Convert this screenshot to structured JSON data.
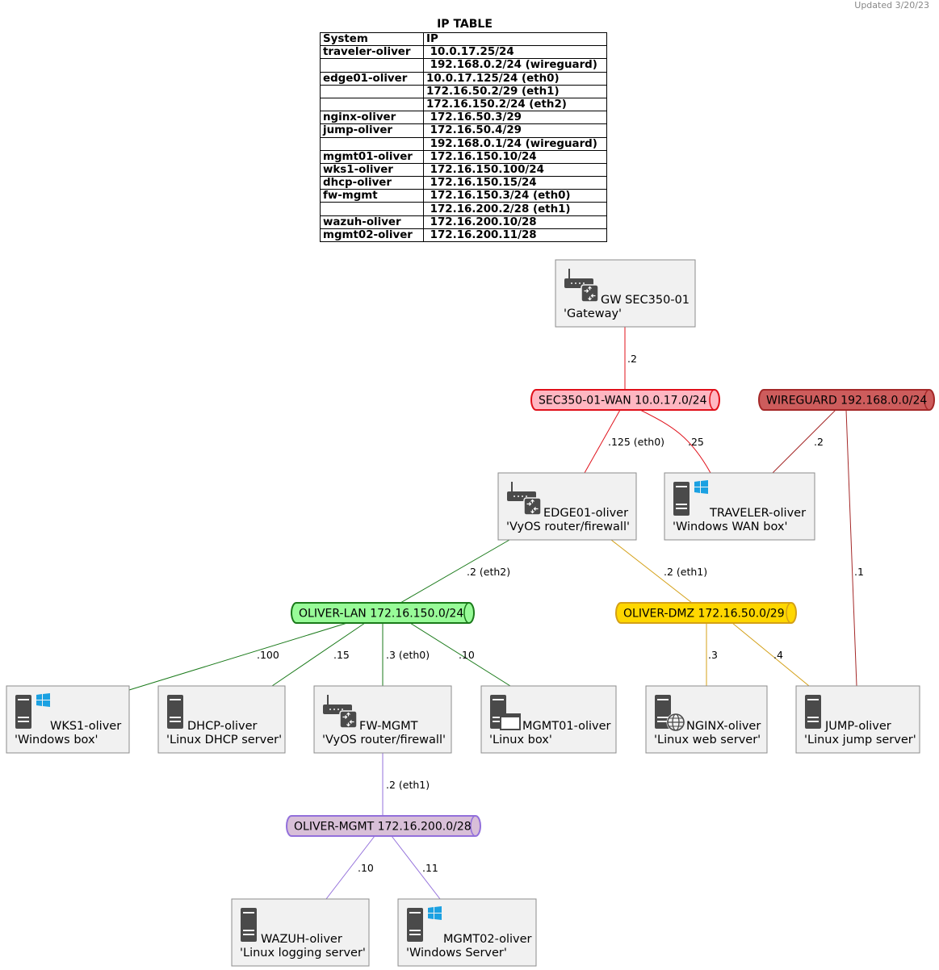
{
  "updated": "Updated 3/20/23",
  "ip_table": {
    "title": "IP TABLE",
    "headers": [
      "System",
      "IP"
    ],
    "rows": [
      [
        "traveler-oliver",
        " 10.0.17.25/24"
      ],
      [
        "",
        " 192.168.0.2/24 (wireguard)"
      ],
      [
        "edge01-oliver",
        "10.0.17.125/24 (eth0)"
      ],
      [
        "",
        "172.16.50.2/29 (eth1)"
      ],
      [
        "",
        "172.16.150.2/24 (eth2)"
      ],
      [
        "nginx-oliver",
        " 172.16.50.3/29"
      ],
      [
        "jump-oliver",
        " 172.16.50.4/29"
      ],
      [
        "",
        " 192.168.0.1/24 (wireguard)"
      ],
      [
        "mgmt01-oliver",
        " 172.16.150.10/24"
      ],
      [
        "wks1-oliver",
        " 172.16.150.100/24"
      ],
      [
        "dhcp-oliver",
        " 172.16.150.15/24"
      ],
      [
        "fw-mgmt",
        " 172.16.150.3/24 (eth0)"
      ],
      [
        "",
        " 172.16.200.2/28 (eth1)"
      ],
      [
        "wazuh-oliver",
        " 172.16.200.10/28"
      ],
      [
        "mgmt02-oliver",
        " 172.16.200.11/28"
      ]
    ]
  },
  "networks": {
    "wan": {
      "label": "SEC350-01-WAN 10.0.17.0/24",
      "fill": "#ffb6c1",
      "stroke": "#e0101a"
    },
    "wireguard": {
      "label": "WIREGUARD 192.168.0.0/24",
      "fill": "#cd5c5c",
      "stroke": "#a42828"
    },
    "lan": {
      "label": "OLIVER-LAN 172.16.150.0/24",
      "fill": "#98fb98",
      "stroke": "#1a7a1a"
    },
    "dmz": {
      "label": "OLIVER-DMZ 172.16.50.0/29",
      "fill": "#ffd700",
      "stroke": "#d4a017"
    },
    "mgmt": {
      "label": "OLIVER-MGMT 172.16.200.0/28",
      "fill": "#d8bfd8",
      "stroke": "#9370db"
    }
  },
  "nodes": {
    "gw": {
      "name": "GW SEC350-01",
      "desc": "'Gateway'",
      "icon": "router-icon"
    },
    "edge01": {
      "name": "EDGE01-oliver",
      "desc": "'VyOS router/firewall'",
      "icon": "router-icon"
    },
    "traveler": {
      "name": "TRAVELER-oliver",
      "desc": "'Windows WAN box'",
      "icon": "windows-server-icon"
    },
    "wks1": {
      "name": "WKS1-oliver",
      "desc": "'Windows box'",
      "icon": "windows-server-icon"
    },
    "dhcp": {
      "name": "DHCP-oliver",
      "desc": "'Linux DHCP server'",
      "icon": "server-icon"
    },
    "fwmgmt": {
      "name": "FW-MGMT",
      "desc": "'VyOS router/firewall'",
      "icon": "router-icon"
    },
    "mgmt01": {
      "name": "MGMT01-oliver",
      "desc": "'Linux box'",
      "icon": "server-window-icon"
    },
    "nginx": {
      "name": "NGINX-oliver",
      "desc": "'Linux web server'",
      "icon": "web-server-icon"
    },
    "jump": {
      "name": "JUMP-oliver",
      "desc": "'Linux jump server'",
      "icon": "server-icon"
    },
    "wazuh": {
      "name": "WAZUH-oliver",
      "desc": "'Linux logging server'",
      "icon": "server-icon"
    },
    "mgmt02": {
      "name": "MGMT02-oliver",
      "desc": "'Windows Server'",
      "icon": "windows-server-icon"
    }
  },
  "edges": {
    "gw_wan": ".2",
    "wan_edge": ".125 (eth0)",
    "wan_traveler": ".25",
    "wg_traveler": ".2",
    "wg_jump": ".1",
    "edge_lan": ".2 (eth2)",
    "edge_dmz": ".2 (eth1)",
    "lan_wks1": ".100",
    "lan_dhcp": ".15",
    "lan_fw": ".3 (eth0)",
    "lan_mgmt01": ".10",
    "dmz_nginx": ".3",
    "dmz_jump": ".4",
    "fw_mgmt": ".2 (eth1)",
    "mgmt_wazuh": ".10",
    "mgmt_mgmt02": ".11"
  },
  "colors": {
    "wan_edge_line": "#e0101a",
    "wireguard_edge_line": "#a42828",
    "lan_edge_line": "#1a7a1a",
    "dmz_edge_line": "#d4a017",
    "mgmt_edge_line": "#9370db",
    "windows_logo": "#1ba1e2",
    "icon_dark": "#4a4a4a"
  }
}
